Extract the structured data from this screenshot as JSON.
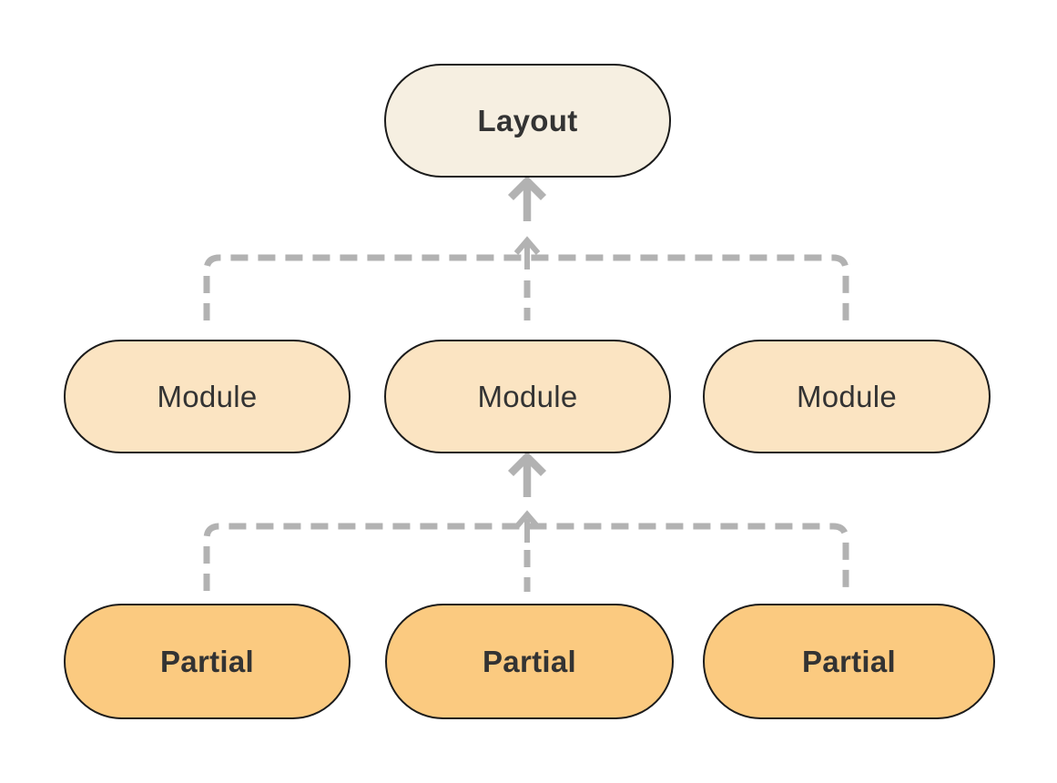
{
  "diagram": {
    "background_color": "#FFFFFF",
    "colors": {
      "layout_fill": "#F6EFE1",
      "module_fill": "#FBE4C2",
      "partial_fill": "#FBCA80",
      "node_border": "#1B1B1B",
      "node_text": "#333333",
      "connector": "#B2B2B2"
    },
    "nodes": {
      "layout": {
        "label": "Layout"
      },
      "modules": [
        {
          "label": "Module"
        },
        {
          "label": "Module"
        },
        {
          "label": "Module"
        }
      ],
      "partials": [
        {
          "label": "Partial"
        },
        {
          "label": "Partial"
        },
        {
          "label": "Partial"
        }
      ]
    },
    "edges": [
      {
        "from": "modules (all three)",
        "to": "layout",
        "line": "dashed merge bracket",
        "arrow": "solid up arrow into Layout"
      },
      {
        "from": "partials (all three)",
        "to": "center module",
        "line": "dashed merge bracket",
        "arrow": "solid up arrow into Module"
      }
    ]
  }
}
